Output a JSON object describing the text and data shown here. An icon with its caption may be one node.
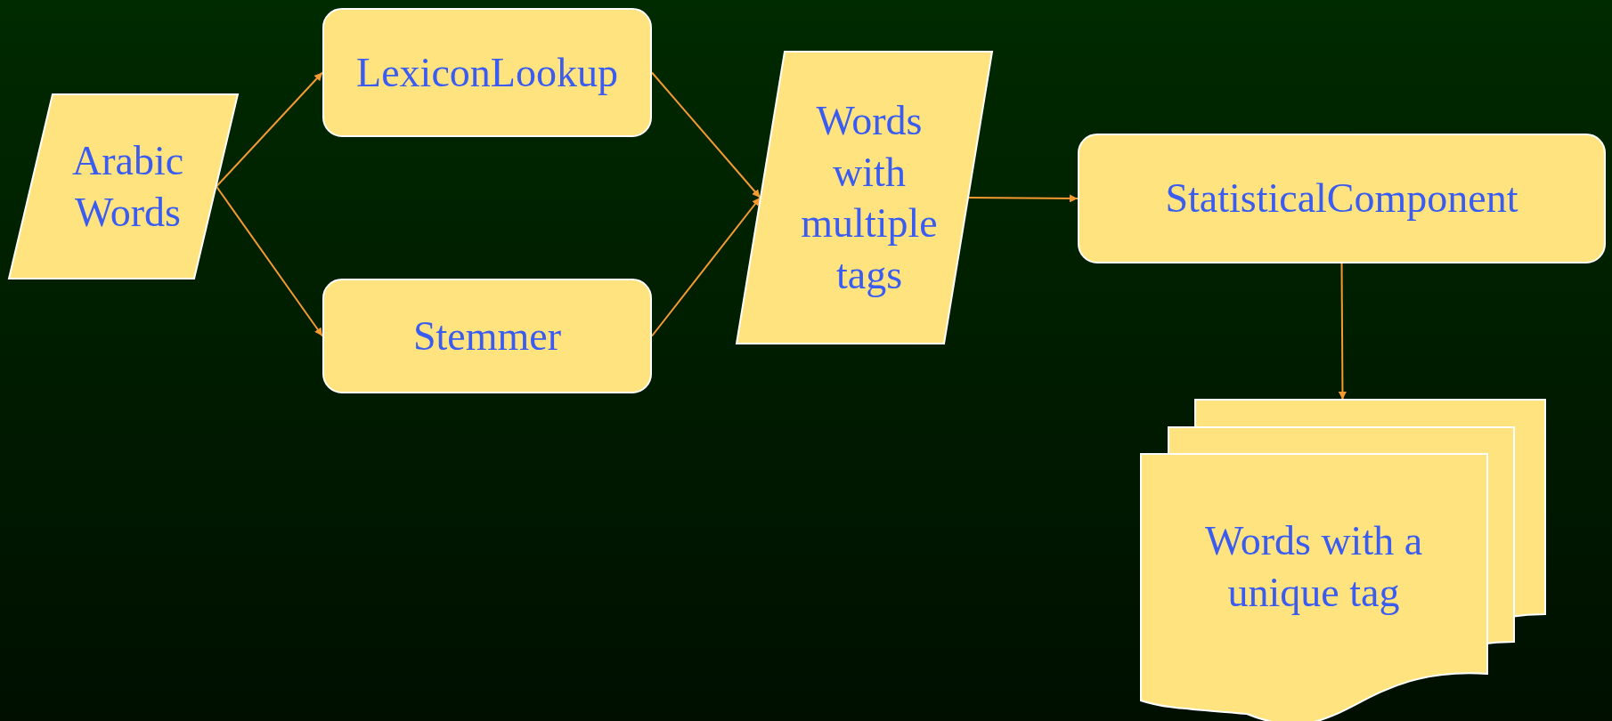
{
  "diagram": {
    "nodes": [
      {
        "text": [
          "Arabic Words"
        ]
      },
      {
        "text": [
          "LexiconLookup"
        ]
      },
      {
        "text": [
          "Stemmer"
        ]
      },
      {
        "text": [
          "Words with multiple tags"
        ]
      },
      {
        "text": [
          "StatisticalComponent"
        ]
      },
      {
        "text": [
          "Words with a unique tag"
        ]
      }
    ],
    "edges": [
      {
        "from": 0,
        "to": 1,
        "arrow": "to"
      },
      {
        "from": 0,
        "to": 2,
        "arrow": "to"
      },
      {
        "from": 1,
        "to": 3,
        "arrow": "to"
      },
      {
        "from": 2,
        "to": 3,
        "arrow": "to"
      },
      {
        "from": 3,
        "to": 4,
        "arrow": "to"
      },
      {
        "from": 4,
        "to": 5,
        "arrow": "to"
      }
    ]
  }
}
